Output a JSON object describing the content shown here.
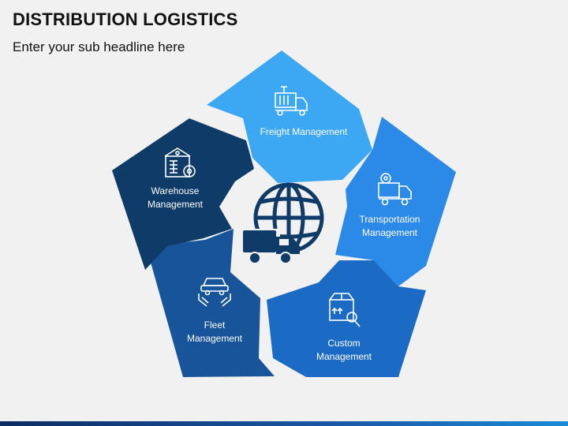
{
  "title": "DISTRIBUTION LOGISTICS",
  "subtitle": "Enter your sub headline here",
  "segments": [
    {
      "label": "Freight Management",
      "color": "#3ca7f3",
      "icon": "freight-container-truck-icon"
    },
    {
      "label": "Transportation Management",
      "color": "#2b8ae8",
      "icon": "transport-truck-gear-icon"
    },
    {
      "label": "Custom Management",
      "color": "#1b6bc4",
      "icon": "customs-box-search-icon"
    },
    {
      "label": "Fleet Management",
      "color": "#17549a",
      "icon": "fleet-car-hands-icon"
    },
    {
      "label": "Warehouse Management",
      "color": "#0f3b68",
      "icon": "warehouse-gear-icon"
    }
  ],
  "center_icon": "globe-truck-icon"
}
